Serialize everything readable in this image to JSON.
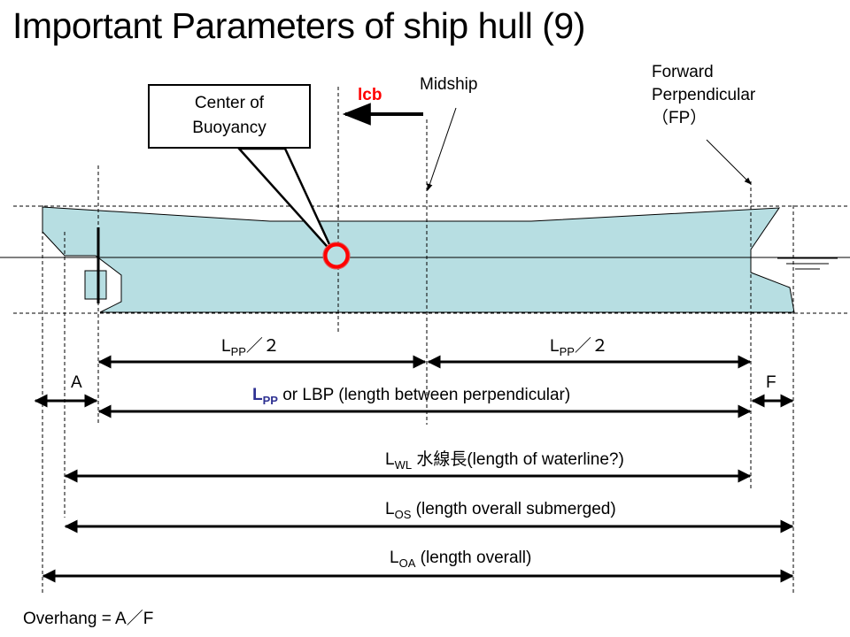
{
  "title": "Important Parameters of ship hull (9)",
  "callout": {
    "line1": "Center of",
    "line2": "Buoyancy"
  },
  "lcb_label": "lcb",
  "midship_label": "Midship",
  "fp_label": {
    "line1": "Forward",
    "line2": "Perpendicular",
    "line3": "（FP）"
  },
  "lpp_half": {
    "main": "L",
    "sub": "PP",
    "rest": "／２"
  },
  "a_label": "A",
  "f_label": "F",
  "lpp_full": {
    "main": "L",
    "sub": "PP",
    "rest": " or LBP (length between perpendicular)"
  },
  "lwl": {
    "main": "L",
    "sub": "WL",
    "rest": " 水線長(length of waterline?)"
  },
  "los": {
    "main": "L",
    "sub": "OS",
    "rest": "  (length overall submerged)"
  },
  "loa": {
    "main": "L",
    "sub": "OA",
    "rest": " (length overall)"
  },
  "overhang": {
    "prefix": "Overhang = ",
    "value": "A／F"
  },
  "colors": {
    "hull": "#b7dee2",
    "cb_ring": "#ff0000",
    "lcb": "#ff0000",
    "lpp_accent": "#2e3192"
  }
}
